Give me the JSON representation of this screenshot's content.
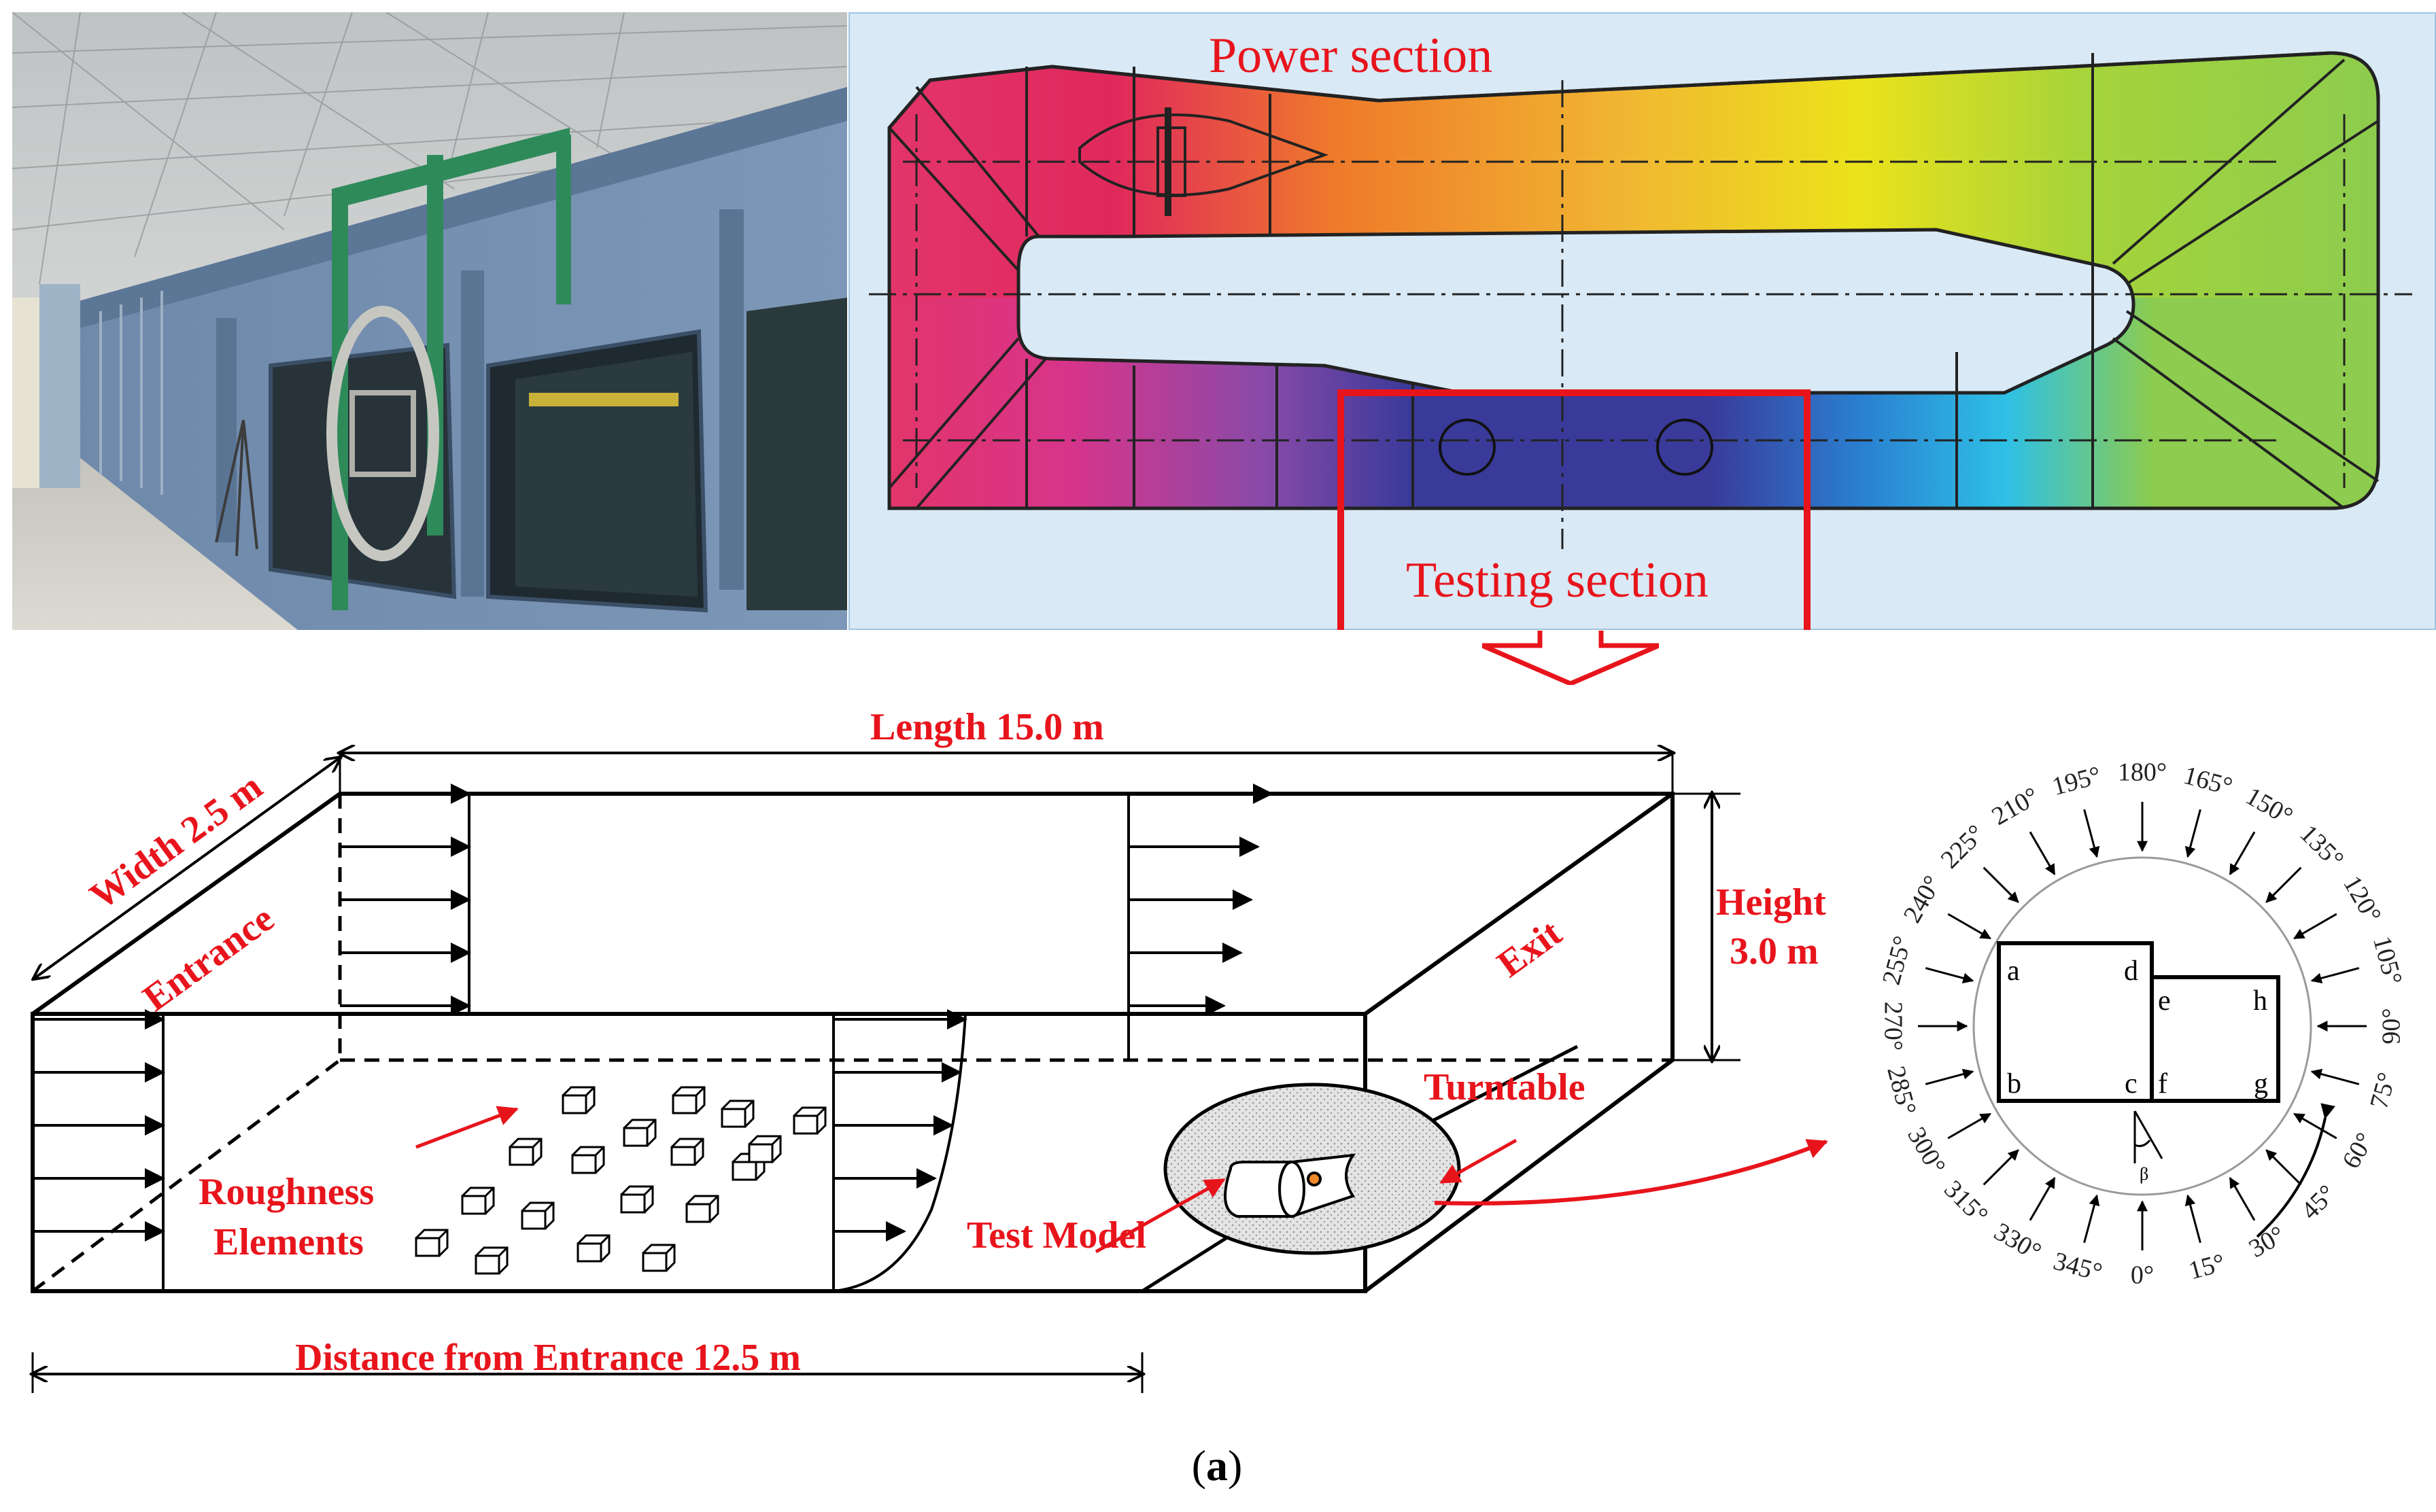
{
  "figure": {
    "caption_label": "(a)",
    "caption_letter": "a"
  },
  "tunnel_plan": {
    "power_section_label": "Power section",
    "testing_section_label": "Testing section"
  },
  "test_section": {
    "length_label": "Length 15.0 m",
    "width_label": "Width 2.5 m",
    "height_label_line1": "Height",
    "height_label_line2": "3.0 m",
    "entrance_label": "Entrance",
    "exit_label": "Exit",
    "roughness_label_line1": "Roughness",
    "roughness_label_line2": "Elements",
    "test_model_label": "Test Model",
    "turntable_label": "Turntable",
    "distance_label": "Distance from Entrance 12.5 m"
  },
  "wind_directions": {
    "angles": [
      "0°",
      "15°",
      "30°",
      "45°",
      "60°",
      "75°",
      "90°",
      "105°",
      "120°",
      "135°",
      "150°",
      "165°",
      "180°",
      "195°",
      "210°",
      "225°",
      "240°",
      "255°",
      "270°",
      "285°",
      "300°",
      "315°",
      "330°",
      "345°"
    ],
    "beta_symbol": "β",
    "corner_labels": {
      "a": "a",
      "b": "b",
      "c": "c",
      "d": "d",
      "e": "e",
      "f": "f",
      "g": "g",
      "h": "h"
    }
  },
  "colors": {
    "accent_red": "#e8141c",
    "plan_background": "#d9e9f5",
    "testing_section_blue": "#3a3a9a"
  }
}
